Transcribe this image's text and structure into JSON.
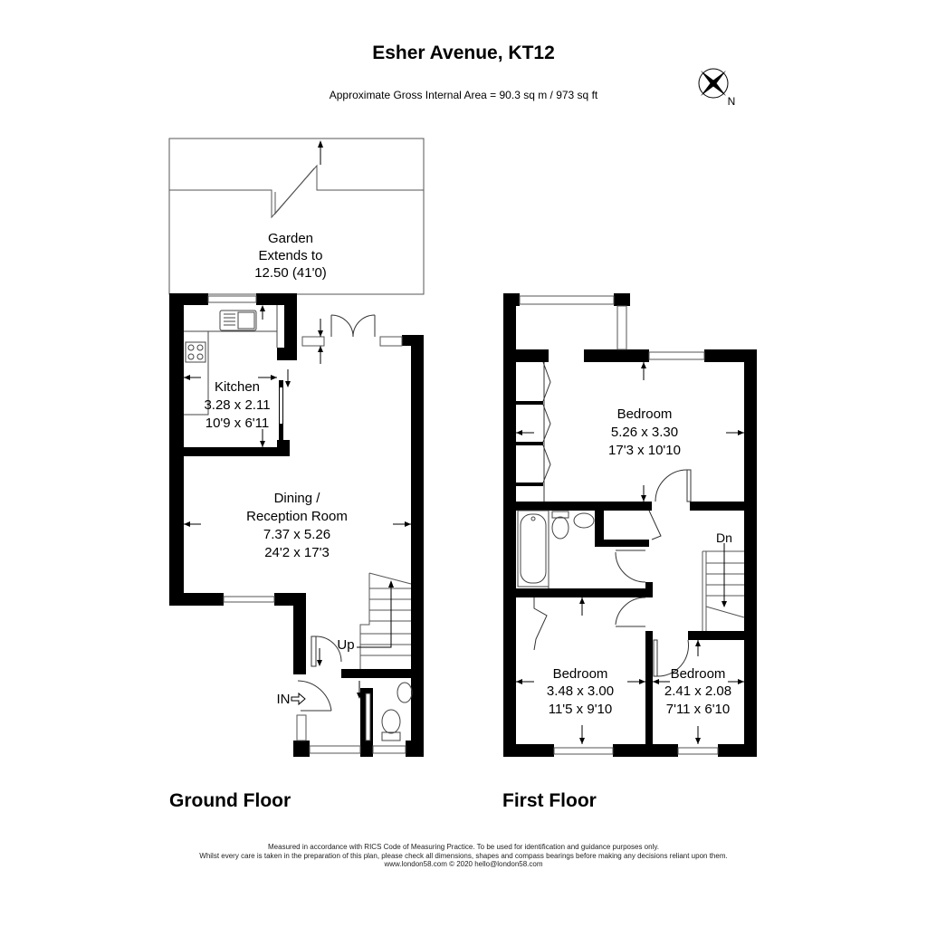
{
  "header": {
    "title": "Esher Avenue, KT12",
    "area": "Approximate Gross Internal Area = 90.3 sq m / 973 sq ft"
  },
  "compass": {
    "icon": "compass-north-icon",
    "label": "N"
  },
  "ground_floor": {
    "label": "Ground Floor",
    "garden": {
      "name": "Garden",
      "line2": "Extends to",
      "dims": "12.50 (41'0)"
    },
    "kitchen": {
      "name": "Kitchen",
      "metric": "3.28 x 2.11",
      "imperial": "10'9 x 6'11"
    },
    "dining": {
      "name1": "Dining /",
      "name2": "Reception Room",
      "metric": "7.37 x 5.26",
      "imperial": "24'2 x 17'3"
    },
    "stairs_label": "Up",
    "entrance_label": "IN"
  },
  "first_floor": {
    "label": "First Floor",
    "bedroom1": {
      "name": "Bedroom",
      "metric": "5.26 x 3.30",
      "imperial": "17'3 x 10'10"
    },
    "bedroom2": {
      "name": "Bedroom",
      "metric": "3.48 x 3.00",
      "imperial": "11'5 x 9'10"
    },
    "bedroom3": {
      "name": "Bedroom",
      "metric": "2.41 x 2.08",
      "imperial": "7'11 x 6'10"
    },
    "stairs_label": "Dn"
  },
  "footer": {
    "line1": "Measured in accordance with RICS Code of Measuring Practice. To be used for identification and guidance purposes only.",
    "line2": "Whilst every care is taken in the preparation of this plan, please check all dimensions, shapes and compass bearings before making any decisions reliant upon them.",
    "line3": "www.london58.com © 2020 hello@london58.com"
  }
}
